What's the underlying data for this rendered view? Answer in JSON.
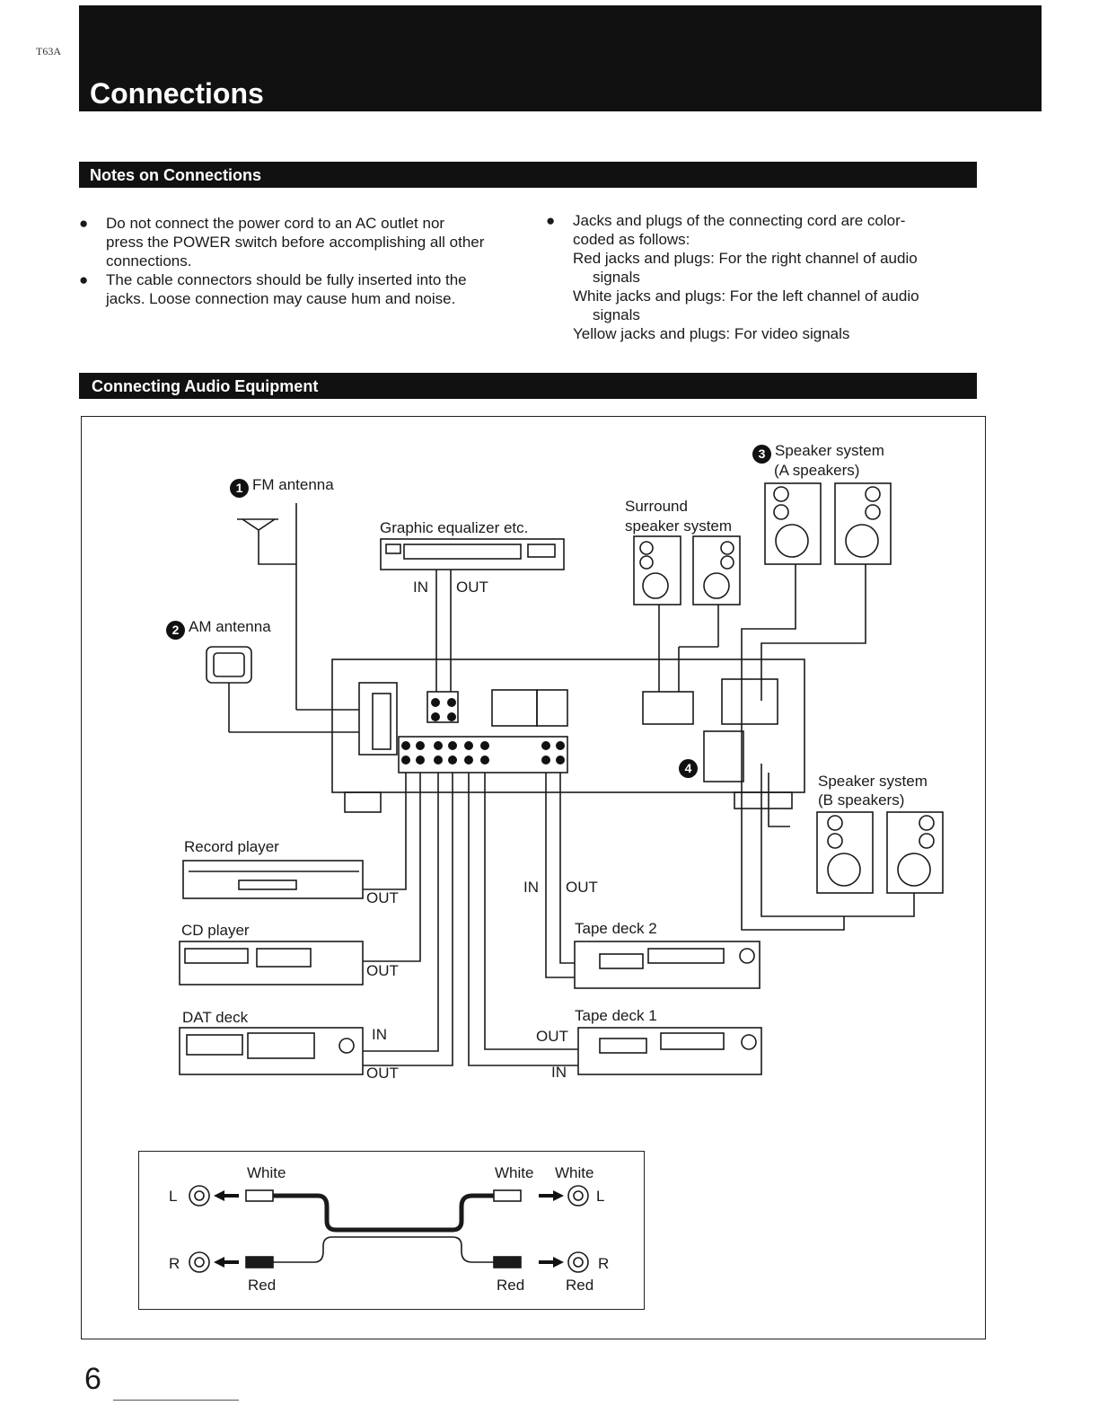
{
  "corner_code": "T63A",
  "page_title": "Connections",
  "notes_section": {
    "title": "Notes on Connections",
    "left_notes": [
      [
        "Do not connect the power cord to an AC outlet nor",
        "press the POWER switch before accomplishing all other",
        "connections."
      ],
      [
        "The cable connectors should be fully inserted into the",
        "jacks. Loose connection may cause hum and noise."
      ]
    ],
    "right_note": {
      "lines": [
        "Jacks and plugs of the connecting cord are color-",
        "coded as follows:"
      ],
      "codes": [
        [
          "Red jacks and plugs: For the right channel of audio",
          "signals"
        ],
        [
          "White jacks and plugs: For the left channel of audio",
          "signals"
        ],
        [
          "Yellow jacks and plugs: For video signals"
        ]
      ]
    }
  },
  "audio_section": {
    "title": "Connecting Audio Equipment",
    "step_numbers": [
      "1",
      "2",
      "3",
      "4"
    ],
    "labels": {
      "fm_antenna": "FM antenna",
      "am_antenna": "AM antenna",
      "graphic_eq": "Graphic equalizer etc.",
      "eq_in": "IN",
      "eq_out": "OUT",
      "surround_1": "Surround",
      "surround_2": "speaker system",
      "speaker_a_1": "Speaker system",
      "speaker_a_2": "(A speakers)",
      "speaker_b_1": "Speaker system",
      "speaker_b_2": "(B speakers)",
      "record_player": "Record player",
      "record_out": "OUT",
      "cd_player": "CD player",
      "cd_out": "OUT",
      "dat_deck": "DAT deck",
      "dat_in": "IN",
      "dat_out": "OUT",
      "tape2": "Tape deck 2",
      "tape2_in": "IN",
      "tape2_out": "OUT",
      "tape1": "Tape deck 1",
      "tape1_out": "OUT",
      "tape1_in": "IN"
    },
    "cable": {
      "left_l": "L",
      "left_r": "R",
      "left_white": "White",
      "left_red": "Red",
      "mid_white": "White",
      "mid_red": "Red",
      "right_white": "White",
      "right_red": "Red",
      "right_l": "L",
      "right_r": "R"
    }
  },
  "page_number": "6"
}
